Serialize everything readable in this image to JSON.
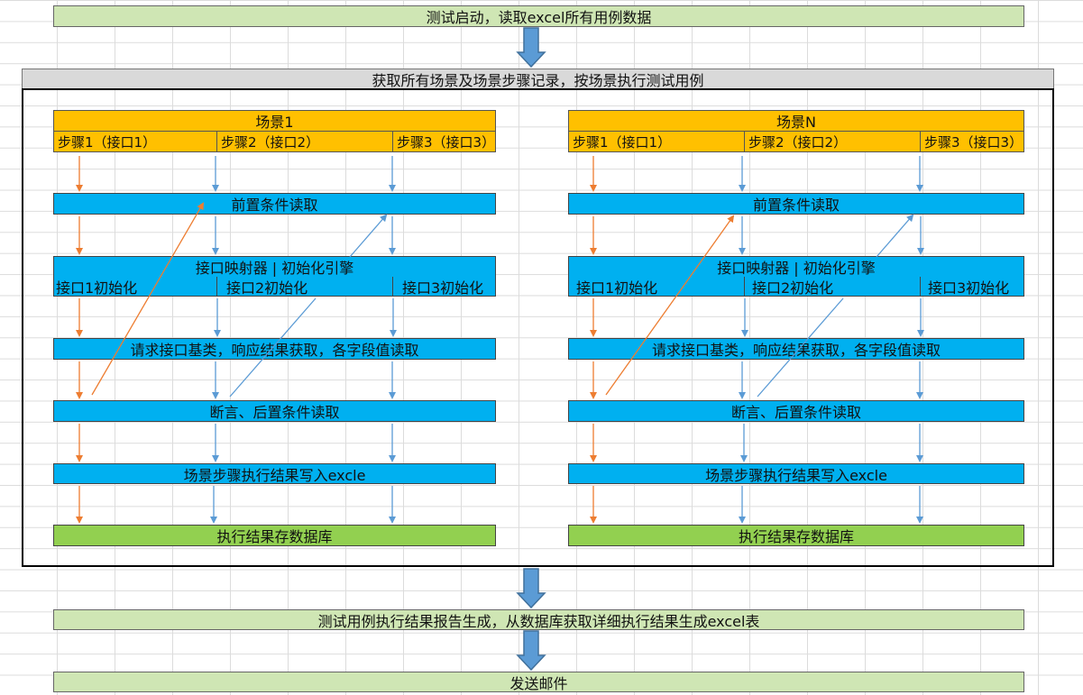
{
  "top": "测试启动，读取excel所有用例数据",
  "header": "获取所有场景及场景步骤记录，按场景执行测试用例",
  "scenarios": [
    {
      "title": "场景1",
      "steps": [
        "步骤1（接口1）",
        "步骤2（接口2）",
        "步骤3（接口3）"
      ],
      "precondition": "前置条件读取",
      "mapper": "接口映射器 | 初始化引擎",
      "inits": [
        "接口1初始化",
        "接口2初始化",
        "接口3初始化"
      ],
      "request": "请求接口基类，响应结果获取，各字段值读取",
      "assert": "断言、后置条件读取",
      "write": "场景步骤执行结果写入excle",
      "store": "执行结果存数据库"
    },
    {
      "title": "场景N",
      "steps": [
        "步骤1（接口1）",
        "步骤2（接口2）",
        "步骤3（接口3）"
      ],
      "precondition": "前置条件读取",
      "mapper": "接口映射器 | 初始化引擎",
      "inits": [
        "接口1初始化",
        "接口2初始化",
        "接口3初始化"
      ],
      "request": "请求接口基类，响应结果获取，各字段值读取",
      "assert": "断言、后置条件读取",
      "write": "场景步骤执行结果写入excle",
      "store": "执行结果存数据库"
    }
  ],
  "report": "测试用例执行结果报告生成，从数据库获取详细执行结果生成excel表",
  "mail": "发送邮件",
  "colors": {
    "orange_arrow": "#ed7d31",
    "blue_arrow": "#5b9bd5",
    "block_arrow": "#5b9bd5"
  }
}
